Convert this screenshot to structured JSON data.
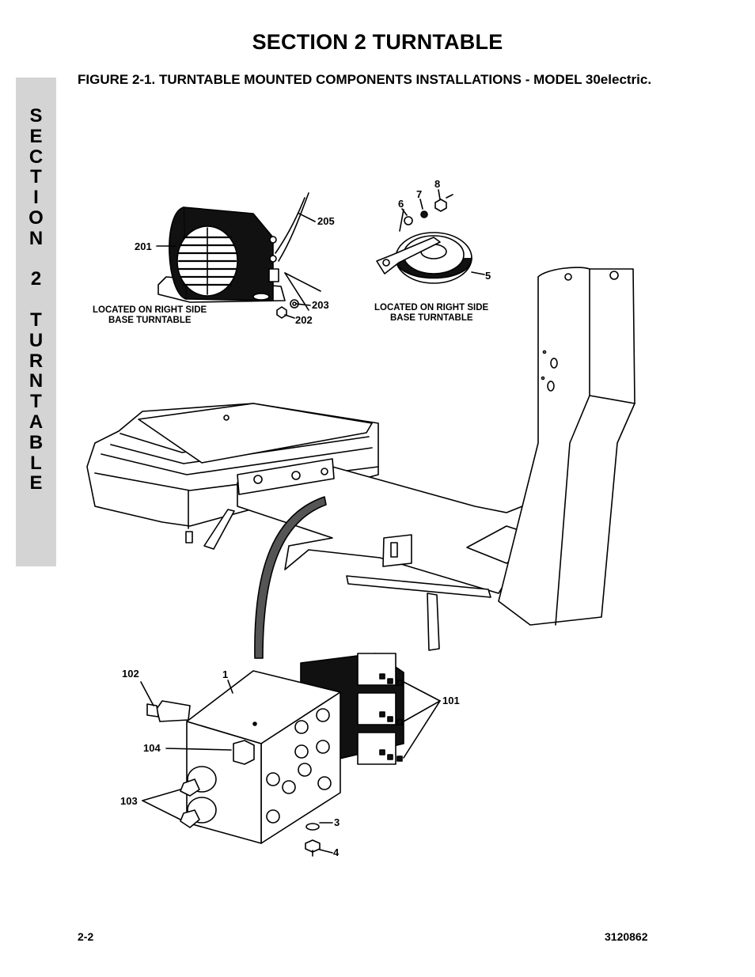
{
  "header": {
    "section_title": "SECTION 2  TURNTABLE",
    "figure_caption": "FIGURE 2-1.    TURNTABLE MOUNTED COMPONENTS INSTALLATIONS - MODEL 30electric."
  },
  "side_tab": {
    "letters": [
      "S",
      "E",
      "C",
      "T",
      "I",
      "O",
      "N",
      " ",
      "2",
      " ",
      "T",
      "U",
      "R",
      "N",
      "T",
      "A",
      "B",
      "L",
      "E"
    ]
  },
  "callouts": {
    "c1": "1",
    "c3": "3",
    "c4": "4",
    "c5": "5",
    "c6": "6",
    "c7": "7",
    "c8": "8",
    "c101": "101",
    "c102": "102",
    "c103": "103",
    "c104": "104",
    "c201": "201",
    "c202": "202",
    "c203": "203",
    "c205": "205"
  },
  "notes": {
    "alarm_line1": "LOCATED ON RIGHT SIDE",
    "alarm_line2": "BASE TURNTABLE",
    "horn_line1": "LOCATED ON RIGHT SIDE",
    "horn_line2": "BASE TURNTABLE"
  },
  "footer": {
    "page_number": "2-2",
    "doc_number": "3120862"
  }
}
